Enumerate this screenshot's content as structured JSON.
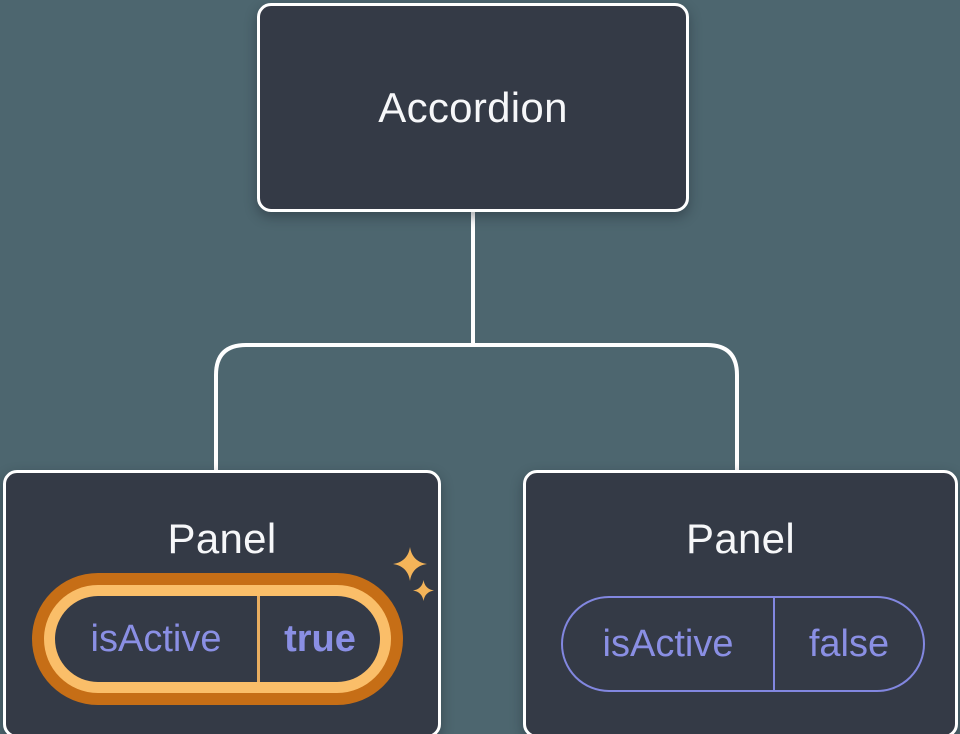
{
  "canvas": {
    "background": "#4D666F"
  },
  "root_node": {
    "title": "Accordion"
  },
  "panels": [
    {
      "title": "Panel",
      "state_key": "isActive",
      "state_value": "true",
      "highlighted": true
    },
    {
      "title": "Panel",
      "state_key": "isActive",
      "state_value": "false",
      "highlighted": false
    }
  ],
  "icons": {
    "highlight_large": "sparkle-icon-large",
    "highlight_small": "sparkle-icon-small"
  },
  "colors": {
    "background": "#4D666F",
    "node_fill": "#343A46",
    "node_border": "#FFFFFF",
    "connector": "#FFFFFF",
    "title_text": "#F6F7F9",
    "state_text": "#8A8FE4",
    "state_value_bold_text": "#8A8FE4",
    "highlight_ring_outer": "#C66E16",
    "highlight_ring_inner": "#FABE69",
    "highlight_divider": "#E9AD60",
    "inactive_pill_border": "#8287E0",
    "sparkle": "#F4B459"
  }
}
